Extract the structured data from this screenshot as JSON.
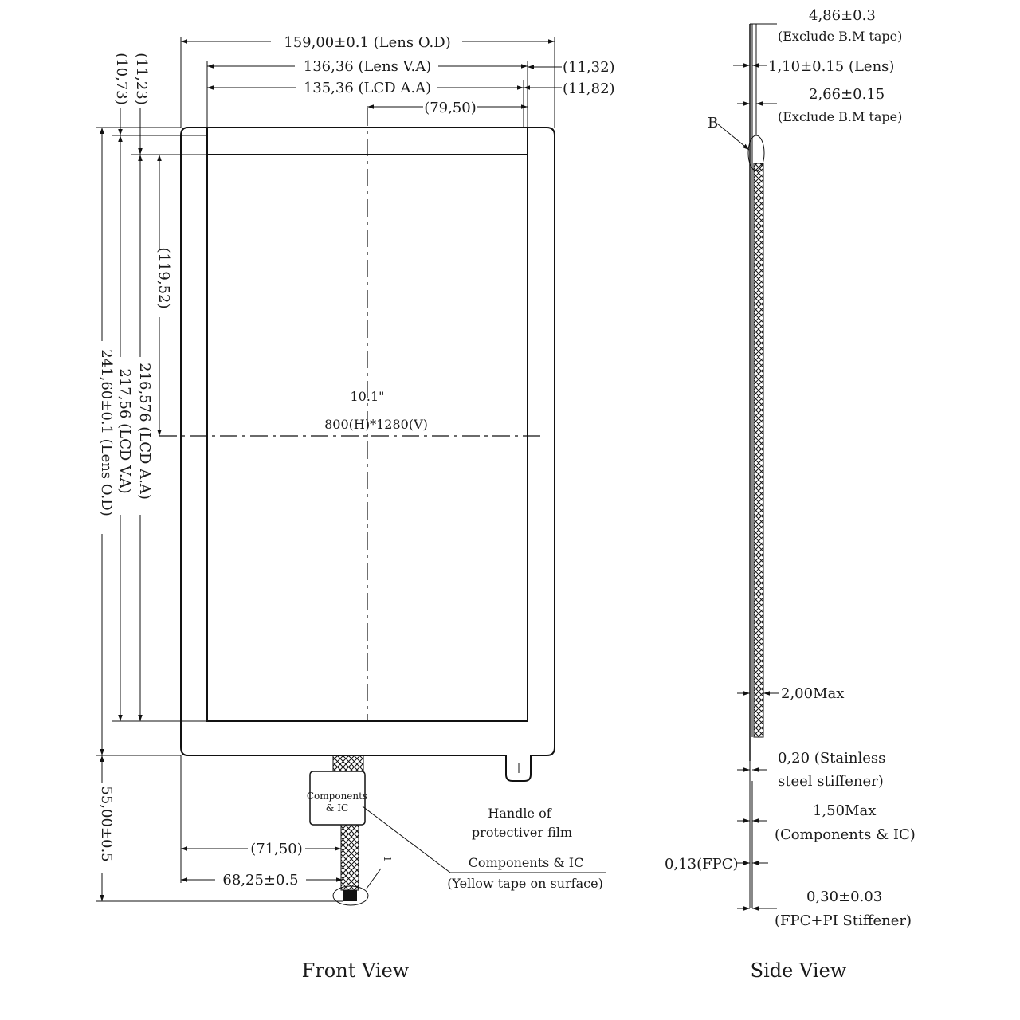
{
  "front_view": {
    "title": "Front View",
    "dims": {
      "lens_od_w": "159,00±0.1 (Lens O.D)",
      "lens_va_w": "136,36 (Lens V.A)",
      "lcd_aa_w": "135,36 (LCD A.A)",
      "right_1132": "(11,32)",
      "right_1182": "(11,82)",
      "center_7950": "(79,50)",
      "left_1123": "(11,23)",
      "left_1073": "(10,73)",
      "half_h": "(119,52)",
      "lcd_aa_h": "216,576 (LCD A.A)",
      "lcd_va_h": "217,56 (LCD V.A)",
      "lens_od_h": "241,60±0.1 (Lens O.D)",
      "fpc_len": "55,00±0.5",
      "fpc_7150": "(71,50)",
      "fpc_6825": "68,25±0.5"
    },
    "size_label": "10.1\"",
    "resolution_label": "800(H)*1280(V)",
    "components_box": [
      "Components",
      "& IC"
    ],
    "handle_note": [
      "Handle of",
      "protectiver film"
    ],
    "components_note": [
      "Components & IC",
      "(Yellow tape on surface)"
    ],
    "pin_label": "1"
  },
  "side_view": {
    "title": "Side View",
    "callouts": {
      "b": "B",
      "t486": "4,86±0.3",
      "t486_note": "(Exclude B.M tape)",
      "t110": "1,10±0.15 (Lens)",
      "t266": "2,66±0.15",
      "t266_note": "(Exclude B.M tape)",
      "t200": "2,00Max",
      "t020": "0,20 (Stainless",
      "t020_note": "steel stiffener)",
      "t150": "1,50Max",
      "t150_note": "(Components & IC)",
      "t013": "0,13(FPC)",
      "t030": "0,30±0.03",
      "t030_note": "(FPC+PI Stiffener)"
    }
  }
}
